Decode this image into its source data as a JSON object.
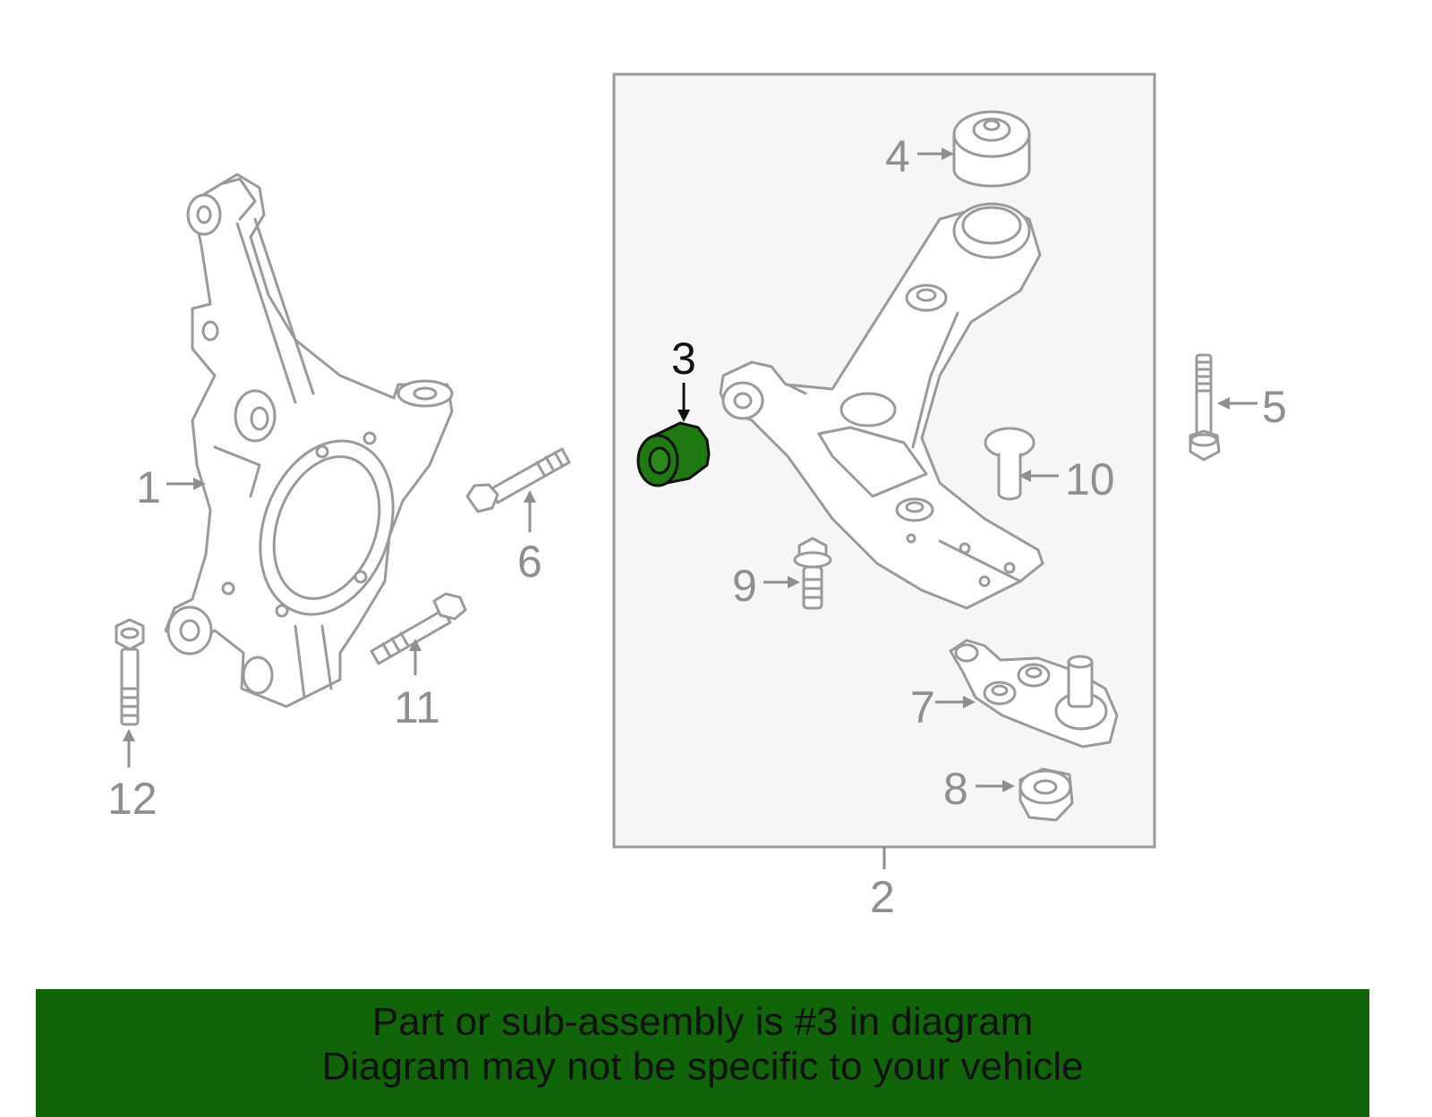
{
  "callouts": {
    "c1": "1",
    "c2": "2",
    "c3": "3",
    "c4": "4",
    "c5": "5",
    "c6": "6",
    "c7": "7",
    "c8": "8",
    "c9": "9",
    "c10": "10",
    "c11": "11",
    "c12": "12"
  },
  "highlight": {
    "part": "3",
    "color": "#1f7a12"
  },
  "banner": {
    "line1": "Part or sub-assembly is #3 in diagram",
    "line2": "Diagram may not be specific to your vehicle",
    "background": "#0f6508"
  }
}
